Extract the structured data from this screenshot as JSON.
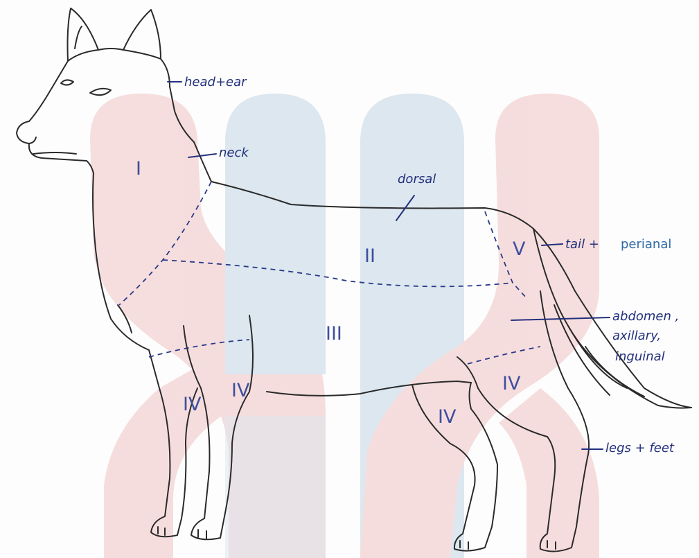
{
  "zones": {
    "z1": "I",
    "z2": "II",
    "z3": "III",
    "z4a": "IV",
    "z4b": "IV",
    "z4c": "IV",
    "z4d": "IV",
    "z5": "V"
  },
  "labels": {
    "head_ear": "head+ear",
    "neck": "neck",
    "dorsal": "dorsal",
    "tail_perianal_hand": "tail +",
    "tail_perianal_printed": "perianal",
    "abdomen_line1": "abdomen ,",
    "abdomen_line2": "axillary,",
    "abdomen_line3": "inguinal",
    "legs_feet": "legs + feet"
  },
  "colors": {
    "band_pink": "#f6dcdc",
    "band_blue": "#dbe6ef",
    "zone_text": "#3d4f9e",
    "handwriting": "#23307c",
    "printed": "#2f6aa6"
  }
}
